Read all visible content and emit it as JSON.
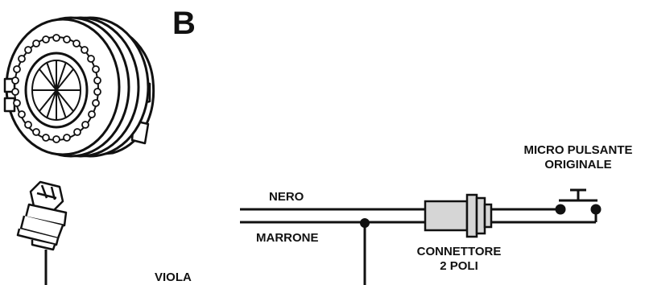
{
  "panel_letter": "B",
  "labels": {
    "micro_pulsante_line1": "MICRO PULSANTE",
    "micro_pulsante_line2": "ORIGINALE",
    "nero": "NERO",
    "marrone": "MARRONE",
    "connettore_line1": "CONNETTORE",
    "connettore_line2": "2 POLI",
    "viola": "VIOLA"
  },
  "colors": {
    "ink": "#111111",
    "connector_fill": "#d6d6d6"
  }
}
